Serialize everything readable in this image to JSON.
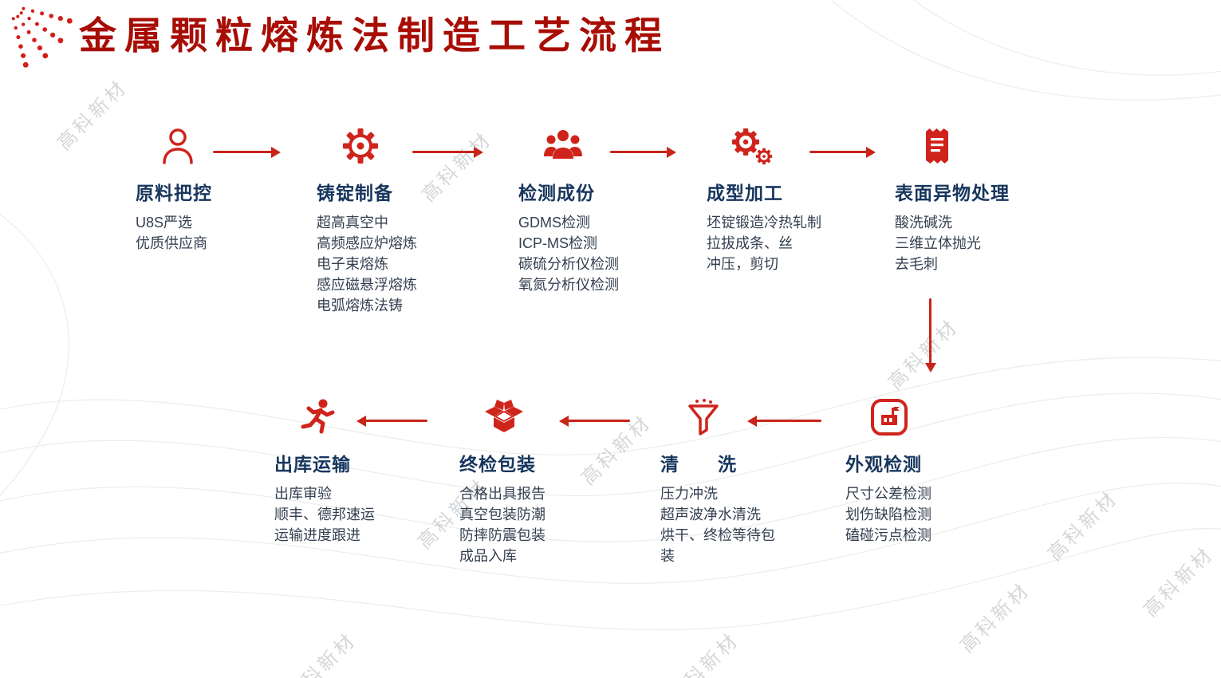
{
  "title": "金属颗粒熔炼法制造工艺流程",
  "watermark": "高科新材",
  "colors": {
    "accent_red": "#c9241a",
    "heading_red": "#a80d04",
    "step_title_navy": "#17365d",
    "body_slate": "#333f50",
    "watermark_gray": "#9aa0a6"
  },
  "steps": [
    {
      "title": "原料把控",
      "icon": "person-icon",
      "lines": [
        "U8S严选",
        "优质供应商"
      ]
    },
    {
      "title": "铸锭制备",
      "icon": "gear-icon",
      "lines": [
        "超高真空中",
        "高频感应炉熔炼",
        "电子束熔炼",
        "感应磁悬浮熔炼",
        "电弧熔炼法铸"
      ]
    },
    {
      "title": "检测成份",
      "icon": "team-icon",
      "lines": [
        "GDMS检测",
        "ICP-MS检测",
        "碳硫分析仪检测",
        "氧氮分析仪检测"
      ]
    },
    {
      "title": "成型加工",
      "icon": "double-gear-icon",
      "lines": [
        "坯锭锻造冷热轧制",
        "拉拔成条、丝",
        "冲压，剪切"
      ]
    },
    {
      "title": "表面异物处理",
      "icon": "receipt-icon",
      "lines": [
        "酸洗碱洗",
        "三维立体抛光",
        "去毛刺"
      ]
    },
    {
      "title": "外观检测",
      "icon": "factory-badge-icon",
      "lines": [
        "尺寸公差检测",
        "划伤缺陷检测",
        "磕碰污点检测"
      ]
    },
    {
      "title": "清　　洗",
      "icon": "funnel-icon",
      "lines": [
        "压力冲洗",
        "超声波净水清洗",
        "烘干、终检等待包装"
      ]
    },
    {
      "title": "终检包装",
      "icon": "open-box-icon",
      "lines": [
        "合格出具报告",
        "真空包装防潮",
        "防摔防震包装",
        "成品入库"
      ]
    },
    {
      "title": "出库运输",
      "icon": "runner-icon",
      "lines": [
        "出库审验",
        "顺丰、德邦速运",
        "运输进度跟进"
      ]
    }
  ]
}
